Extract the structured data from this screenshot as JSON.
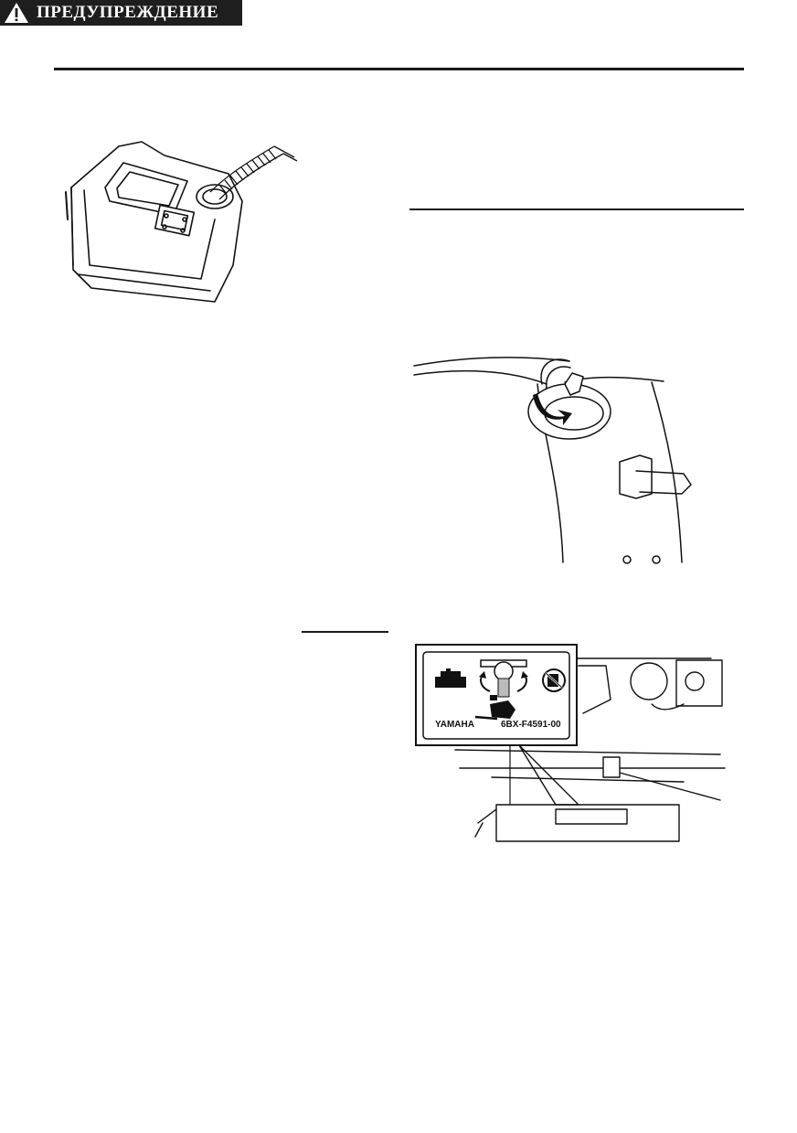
{
  "warning": {
    "label": "ПРЕДУПРЕЖДЕНИЕ"
  },
  "fuel_cock_label": {
    "brand": "YAMAHA",
    "part_number": "6BX-F4591-00"
  },
  "icons": [
    "fuel-can-icon",
    "warning-triangle-icon",
    "no-fuel-icon",
    "fuel-tank-icon",
    "engine-icon"
  ]
}
